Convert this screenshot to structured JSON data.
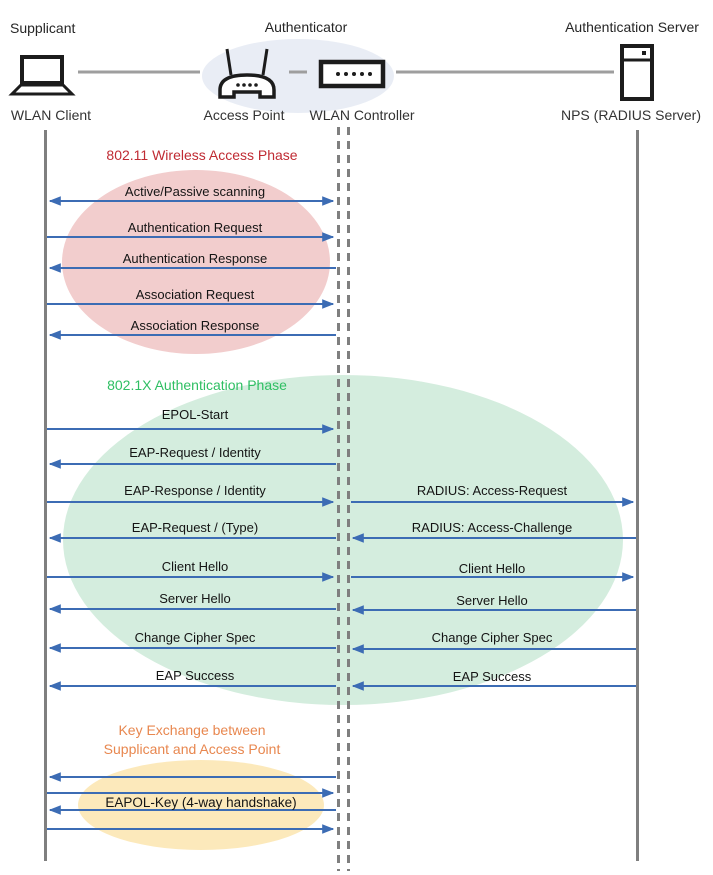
{
  "header": {
    "supplicant": "Supplicant",
    "authenticator": "Authenticator",
    "authentication_server": "Authentication Server"
  },
  "nodes": {
    "wlan_client": "WLAN Client",
    "access_point": "Access Point",
    "wlan_controller": "WLAN Controller",
    "radius_server": "NPS (RADIUS Server)"
  },
  "phases": {
    "wireless_access": {
      "title": "802.11 Wireless Access Phase",
      "title_color": "#C02B33",
      "ellipse_color": "#F2CDCD",
      "messages": [
        {
          "label": "Active/Passive scanning",
          "direction": "both"
        },
        {
          "label": "Authentication Request",
          "direction": "right"
        },
        {
          "label": "Authentication Response",
          "direction": "left"
        },
        {
          "label": "Association Request",
          "direction": "right"
        },
        {
          "label": "Association Response",
          "direction": "left"
        }
      ]
    },
    "authentication_8021x": {
      "title": "802.1X Authentication Phase",
      "title_color": "#2FBF63",
      "ellipse_color": "#D4EDDE",
      "client_messages": [
        {
          "label": "EPOL-Start",
          "direction": "right"
        },
        {
          "label": "EAP-Request / Identity",
          "direction": "left"
        },
        {
          "label": "EAP-Response / Identity",
          "direction": "right"
        },
        {
          "label": "EAP-Request / (Type)",
          "direction": "left"
        },
        {
          "label": "Client Hello",
          "direction": "right"
        },
        {
          "label": "Server Hello",
          "direction": "left"
        },
        {
          "label": "Change Cipher Spec",
          "direction": "left"
        },
        {
          "label": "EAP Success",
          "direction": "left"
        }
      ],
      "server_messages": [
        {
          "label": "RADIUS: Access-Request",
          "direction": "right"
        },
        {
          "label": "RADIUS: Access-Challenge",
          "direction": "left"
        },
        {
          "label": "Client Hello",
          "direction": "right"
        },
        {
          "label": "Server Hello",
          "direction": "left"
        },
        {
          "label": "Change Cipher Spec",
          "direction": "left"
        },
        {
          "label": "EAP Success",
          "direction": "left"
        }
      ]
    },
    "key_exchange": {
      "title_line1": "Key Exchange between",
      "title_line2": "Supplicant and Access Point",
      "title_color": "#E8874F",
      "ellipse_color": "#FCE9BB",
      "handshake_label": "EAPOL-Key (4-way handshake)",
      "arrow_directions": [
        "left",
        "right",
        "left",
        "right"
      ]
    }
  },
  "colors": {
    "arrow": "#3C6CB4",
    "lifeline": "#7F7F7F",
    "connector": "#9E9E9E",
    "icon": "#1C1C1C",
    "authenticator_ellipse": "#E9EDF5",
    "text": "#141414"
  }
}
